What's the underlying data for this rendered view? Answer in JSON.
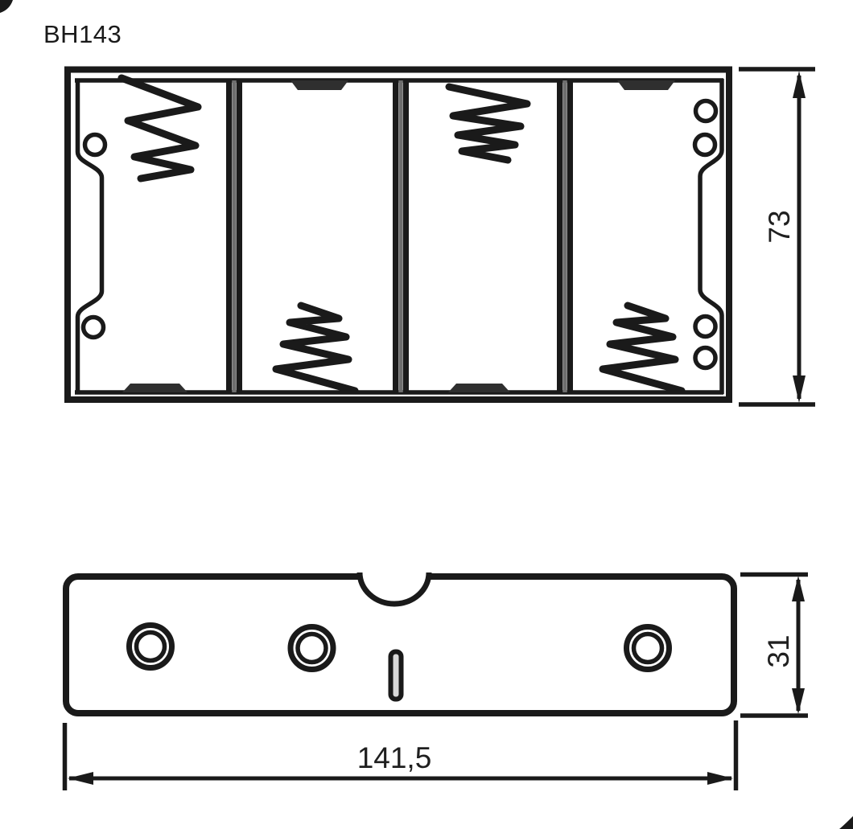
{
  "part": {
    "number": "BH143"
  },
  "dimensions": {
    "height": "73",
    "depth": "31",
    "length": "141,5"
  },
  "colors": {
    "background": "#ffffff",
    "line": "#1a1a1a",
    "divider_core": "#6e6e6e",
    "contact_tab": "#2f2f2f",
    "slot_fill": "#d9d9d9"
  }
}
